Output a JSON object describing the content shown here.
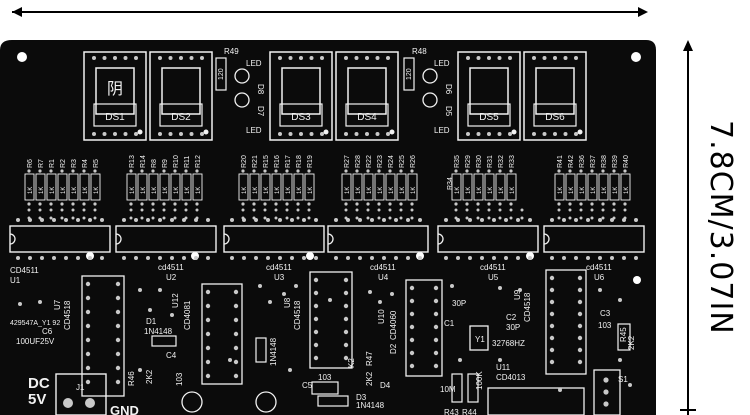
{
  "dimensions": {
    "height_label": "7.8CM/3.07IN"
  },
  "colors": {
    "board": "#0b0b0b",
    "silk": "#f2f2f2",
    "pad": "#c9c9c9",
    "background": "#ffffff"
  },
  "board": {
    "displays": [
      {
        "ref": "DS1",
        "glyph": "阴"
      },
      {
        "ref": "DS2",
        "glyph": ""
      },
      {
        "ref": "DS3",
        "glyph": ""
      },
      {
        "ref": "DS4",
        "glyph": ""
      },
      {
        "ref": "DS5",
        "glyph": ""
      },
      {
        "ref": "DS6",
        "glyph": ""
      }
    ],
    "leds_left": {
      "r": "R49",
      "rv": "120",
      "d_top": "D8",
      "d_bot": "D7",
      "led": "LED"
    },
    "leds_right": {
      "r": "R48",
      "rv": "120",
      "d_top": "D6",
      "d_bot": "D5",
      "led": "LED"
    },
    "resistor_groups": [
      [
        "R6",
        "R7",
        "R1",
        "R2",
        "R3",
        "R4",
        "R5"
      ],
      [
        "R13",
        "R14",
        "R8",
        "R9",
        "R10",
        "R11",
        "R12"
      ],
      [
        "R20",
        "R21",
        "R15",
        "R16",
        "R17",
        "R18",
        "R19"
      ],
      [
        "R27",
        "R28",
        "R22",
        "R23",
        "R24",
        "R25",
        "R26"
      ],
      [
        "R35",
        "R29",
        "R30",
        "R31",
        "R32",
        "R33"
      ],
      [
        "R41",
        "R42",
        "R36",
        "R37",
        "R38",
        "R39",
        "R40"
      ]
    ],
    "r_value": "1K",
    "r34": "R34",
    "chips": [
      {
        "name": "cd4511",
        "ref": "U1",
        "label": "CD4511"
      },
      {
        "name": "cd4511",
        "ref": "U2",
        "label": "cd4511"
      },
      {
        "name": "cd4511",
        "ref": "U3",
        "label": "cd4511"
      },
      {
        "name": "cd4511",
        "ref": "U4",
        "label": "cd4511"
      },
      {
        "name": "cd4511",
        "ref": "U5",
        "label": "cd4511"
      },
      {
        "name": "cd4511",
        "ref": "U6",
        "label": "cd4511"
      }
    ],
    "lower": {
      "u7": "U7",
      "u7_chip": "CD4518",
      "u12": "U12",
      "u12_chip": "CD4081",
      "u8": "U8",
      "u8_chip": "CD4518",
      "u10": "U10",
      "u10_chip": "CD4060",
      "u9": "U9",
      "u9_chip": "CD4518",
      "u11": "U11",
      "u11_chip": "CD4013",
      "id_code": "429547A_Y1 92",
      "c6": "C6",
      "c6_val": "100UF25V",
      "d1": "D1",
      "d1_val": "1N4148",
      "d2_val": "1N4148",
      "d2": "D2",
      "r46": "R46",
      "r46_val": "2K2",
      "c4": "C4",
      "c4_val": "103",
      "c5": "C5",
      "c5_val": "103",
      "r47": "R47",
      "r47_val": "2K2",
      "k2": "K2",
      "d4": "D4",
      "d3": "D3",
      "d3_val": "1N4148",
      "c1": "C1",
      "c1_val": "30P",
      "c2": "C2",
      "c2_val": "30P",
      "y1": "Y1",
      "y1_val": "32768HZ",
      "c3": "C3",
      "c3_val": "103",
      "r45": "R45",
      "r45_val": "2K2",
      "r10m": "10M",
      "r100k": "100K",
      "r43": "R43",
      "r44": "R44",
      "j1": "J1",
      "dc": "DC",
      "dc_v": "5V",
      "gnd": "GND",
      "s1": "S1"
    }
  }
}
